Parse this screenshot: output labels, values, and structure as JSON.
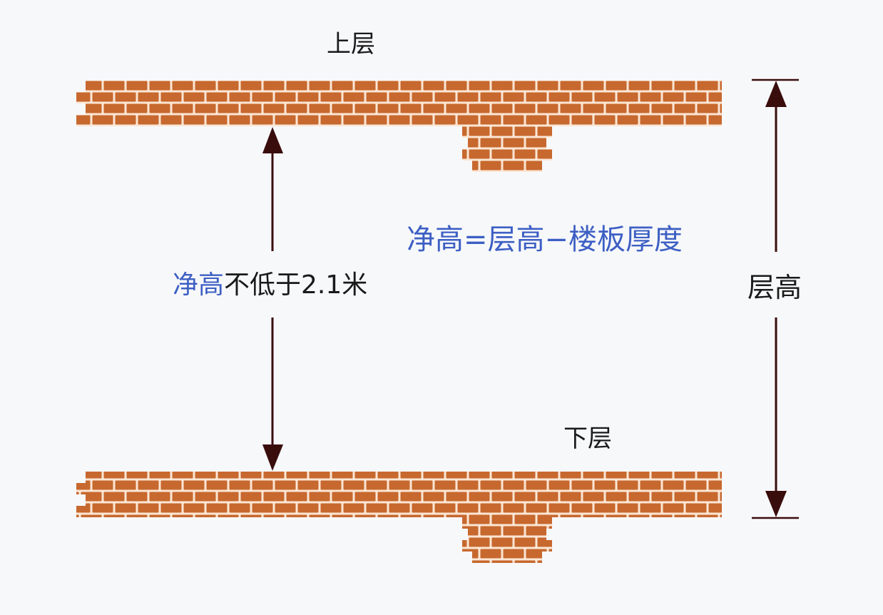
{
  "labels": {
    "upper_floor": "上层",
    "lower_floor": "下层",
    "min_clear_height": {
      "highlight": "净高",
      "rest": "不低于2.1米"
    },
    "formula": "净高=层高−楼板厚度",
    "floor_height": "层高"
  },
  "colors": {
    "background": "#f7f8fa",
    "brick": "#c7682e",
    "mortar": "#fbe6d4",
    "arrow": "#3a0d0d",
    "accent": "#3d5fc4",
    "text": "#1a1a1a"
  }
}
